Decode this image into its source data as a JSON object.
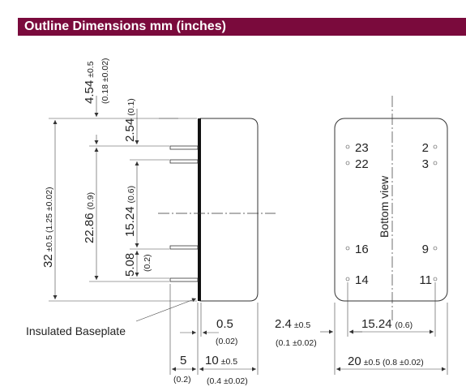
{
  "header": {
    "title": "Outline Dimensions mm (inches)"
  },
  "side_view": {
    "dim_pin_length": {
      "value": "4.54",
      "tol": "±0.5",
      "inch": "(0.18 ±0.02)"
    },
    "dim_pin_offset": {
      "value": "2.54",
      "inch": "(0.1)"
    },
    "dim_height": {
      "value": "32",
      "tol": "±0.5",
      "inch": "(1.25 ±0.02)"
    },
    "dim_pin_span_outer": {
      "value": "22.86",
      "inch": "(0.9)"
    },
    "dim_pin_span_inner": {
      "value": "15.24",
      "inch": "(0.6)"
    },
    "dim_pin_pitch": {
      "value": "5.08",
      "inch": "(0.2)"
    },
    "baseplate_label": "Insulated Baseplate",
    "dim_baseplate": {
      "value": "0.5",
      "inch": "(0.02)"
    },
    "dim_pin_standoff": {
      "value": "5",
      "inch": "(0.2)"
    },
    "dim_body_depth": {
      "value": "10",
      "tol": "±0.5",
      "inch": "(0.4 ±0.02)"
    }
  },
  "bottom_view": {
    "label": "Bottom view",
    "pins": {
      "p23": "23",
      "p22": "22",
      "p16": "16",
      "p14": "14",
      "p2": "2",
      "p3": "3",
      "p9": "9",
      "p11": "11"
    },
    "dim_edge": {
      "value": "2.4",
      "tol": "±0.5",
      "inch": "(0.1 ±0.02)"
    },
    "dim_row_spacing": {
      "value": "15.24",
      "inch": "(0.6)"
    },
    "dim_width": {
      "value": "20",
      "tol": "±0.5",
      "inch": "(0.8 ±0.02)"
    }
  }
}
